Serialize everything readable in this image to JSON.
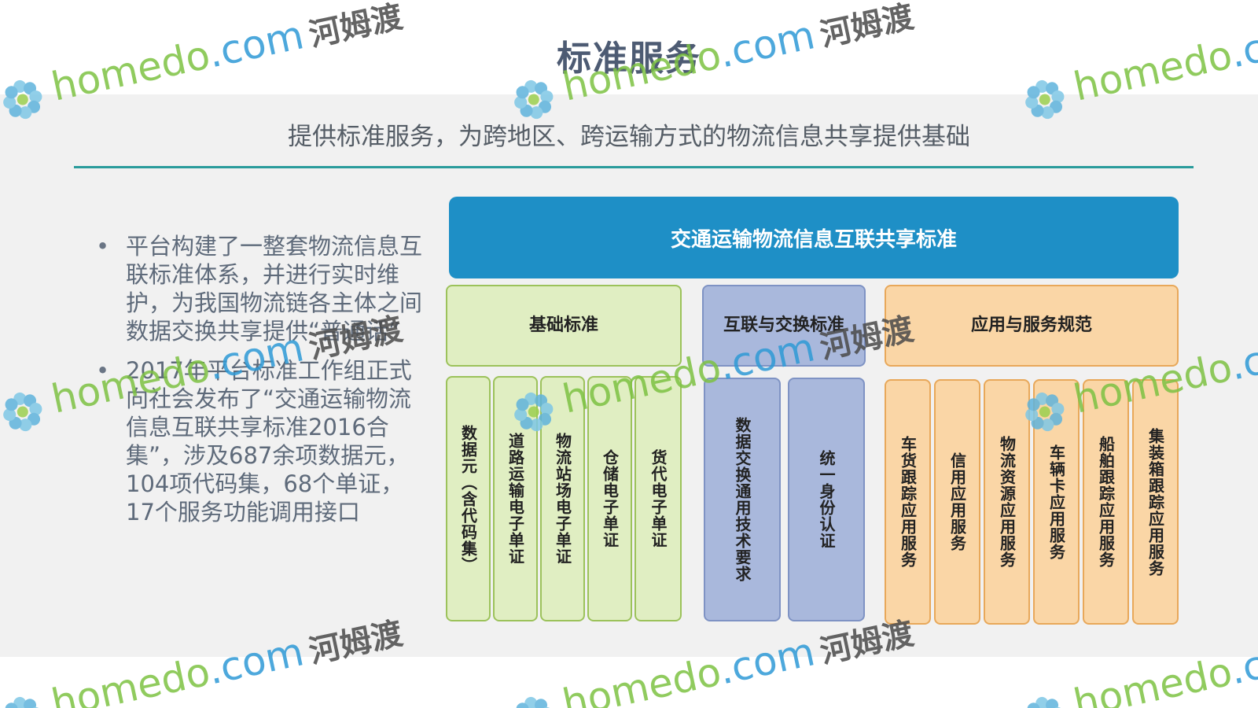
{
  "title": "标准服务",
  "subtitle": "提供标准服务，为跨地区、跨运输方式的物流信息共享提供基础",
  "bullets": [
    "平台构建了一整套物流信息互联标准体系，并进行实时维护，为我国物流链各主体之间数据交换共享提供“普通话”",
    "2017年平台标准工作组正式向社会发布了“交通运输物流信息互联共享标准2016合集”，涉及687余项数据元，104项代码集，68个单证，17个服务功能调用接口"
  ],
  "diagram": {
    "top": "交通运输物流信息互联共享标准",
    "categories": {
      "basic": "基础标准",
      "exchange": "互联与交换标准",
      "application": "应用与服务规范"
    },
    "basic_items": [
      "数据元（含代码集）",
      "道路运输电子单证",
      "物流站场电子单证",
      "仓储电子单证",
      "货代电子单证"
    ],
    "exchange_items": [
      "数据交换通用技术要求",
      "统一身份认证"
    ],
    "application_items": [
      "车货跟踪应用服务",
      "信用应用服务",
      "物流资源应用服务",
      "车辆卡应用服务",
      "船舶跟踪应用服务",
      "集装箱跟踪应用服务"
    ]
  },
  "watermark": {
    "brand": "homedo",
    "domain": ".com",
    "cn": "河姆渡",
    "colors": {
      "brand": "#7dc243",
      "domain": "#2e9ad6",
      "cn": "#4a4a4a"
    }
  }
}
